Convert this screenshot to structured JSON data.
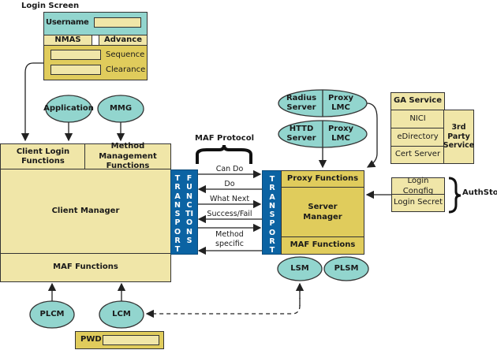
{
  "login_screen": {
    "title": "Login Screen",
    "username_label": "Username",
    "nmas_tab": "NMAS",
    "advance_tab": "Advance",
    "sequence_label": "Sequence",
    "clearance_label": "Clearance"
  },
  "client": {
    "application": "Application",
    "mmg": "MMG",
    "client_login_functions": "Client Login Functions",
    "method_management_functions": "Method Management Functions",
    "client_manager": "Client Manager",
    "maf_functions": "MAF Functions",
    "transport": "TRANSPORT",
    "functions": "FUNCTIONS",
    "plcm": "PLCM",
    "lcm": "LCM",
    "pwd_label": "PWD"
  },
  "protocol": {
    "title": "MAF Protocol",
    "messages": [
      "Can Do",
      "Do",
      "What Next",
      "Success/Fail",
      "Method specific"
    ]
  },
  "server": {
    "transport": "TRANSPORT",
    "proxy_functions": "Proxy Functions",
    "server_manager": "Server Manager",
    "maf_functions": "MAF Functions",
    "lsm": "LSM",
    "plsm": "PLSM",
    "radius_server": "Radius Server",
    "radius_proxy": "Proxy LMC",
    "httd_server": "HTTD Server",
    "httd_proxy": "Proxy LMC"
  },
  "third_party": {
    "ga_service": "GA Service",
    "nici": "NICI",
    "edirectory": "eDirectory",
    "cert_server": "Cert Server",
    "label": "3rd Party Service"
  },
  "authstore": {
    "login_config": "Login Congfig",
    "login_secret": "Login Secret",
    "label": "AuthStore"
  },
  "colors": {
    "light_yellow": "#f0e6a8",
    "dark_yellow": "#e0cc5c",
    "teal": "#92d5ce",
    "transport_blue": "#0b63a3"
  }
}
